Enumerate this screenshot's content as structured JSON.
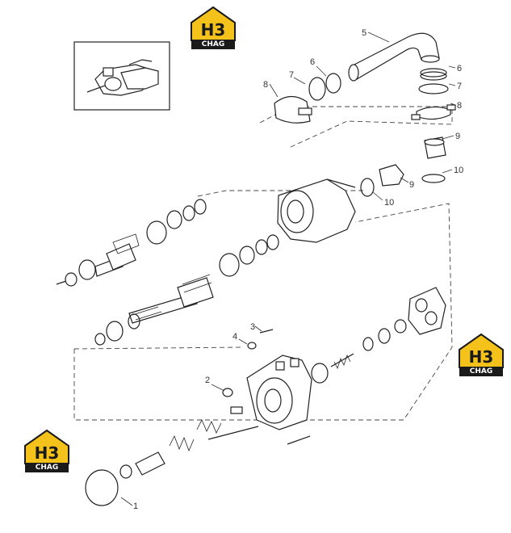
{
  "diagram": {
    "callouts": [
      "1",
      "2",
      "3",
      "4",
      "5",
      "6",
      "6",
      "7",
      "7",
      "8",
      "8",
      "9",
      "9",
      "10",
      "10"
    ]
  },
  "logos": [
    {
      "mark": "H3",
      "brand": "CHAG"
    },
    {
      "mark": "H3",
      "brand": "CHAG"
    },
    {
      "mark": "H3",
      "brand": "CHAG"
    }
  ],
  "colors": {
    "line": "#222222",
    "dash": "#444444",
    "logo_yellow": "#f4c21a",
    "logo_dark": "#1a1a1a",
    "logo_white": "#ffffff"
  }
}
